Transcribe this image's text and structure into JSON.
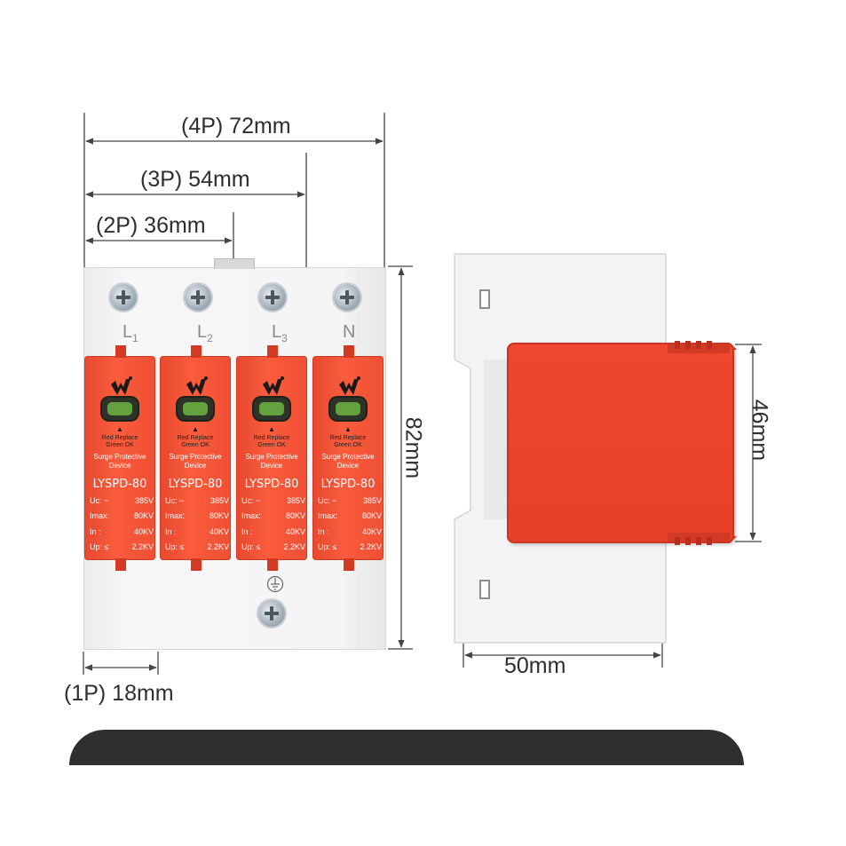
{
  "dimensions": {
    "w4p": "(4P)  72mm",
    "w3p": "(3P)  54mm",
    "w2p": "(2P)  36mm",
    "w1p": "(1P)  18mm",
    "height": "82mm",
    "side_height": "46mm",
    "side_width": "50mm"
  },
  "poles": [
    {
      "label": "L1",
      "main": "L",
      "sub": "1"
    },
    {
      "label": "L2",
      "main": "L",
      "sub": "2"
    },
    {
      "label": "L3",
      "main": "L",
      "sub": "3"
    },
    {
      "label": "N",
      "main": "N",
      "sub": ""
    }
  ],
  "module": {
    "indicator_1": "Red Replace",
    "indicator_2": "Green OK",
    "arrow": "▲",
    "type_1": "Surge Protective",
    "type_2": "Device",
    "model": "LYSPD-80",
    "specs": [
      {
        "k": "Uc: ~",
        "v": "385V"
      },
      {
        "k": "Imax:",
        "v": "80KV"
      },
      {
        "k": "In :",
        "v": "40KV"
      },
      {
        "k": "Up: ≤",
        "v": "2.2KV"
      }
    ]
  },
  "ground_symbol": "ground-icon",
  "colors": {
    "module_red": "#f5553a",
    "housing": "#f4f4f4",
    "indicator_green": "#64a240",
    "dim_line": "#444444"
  }
}
